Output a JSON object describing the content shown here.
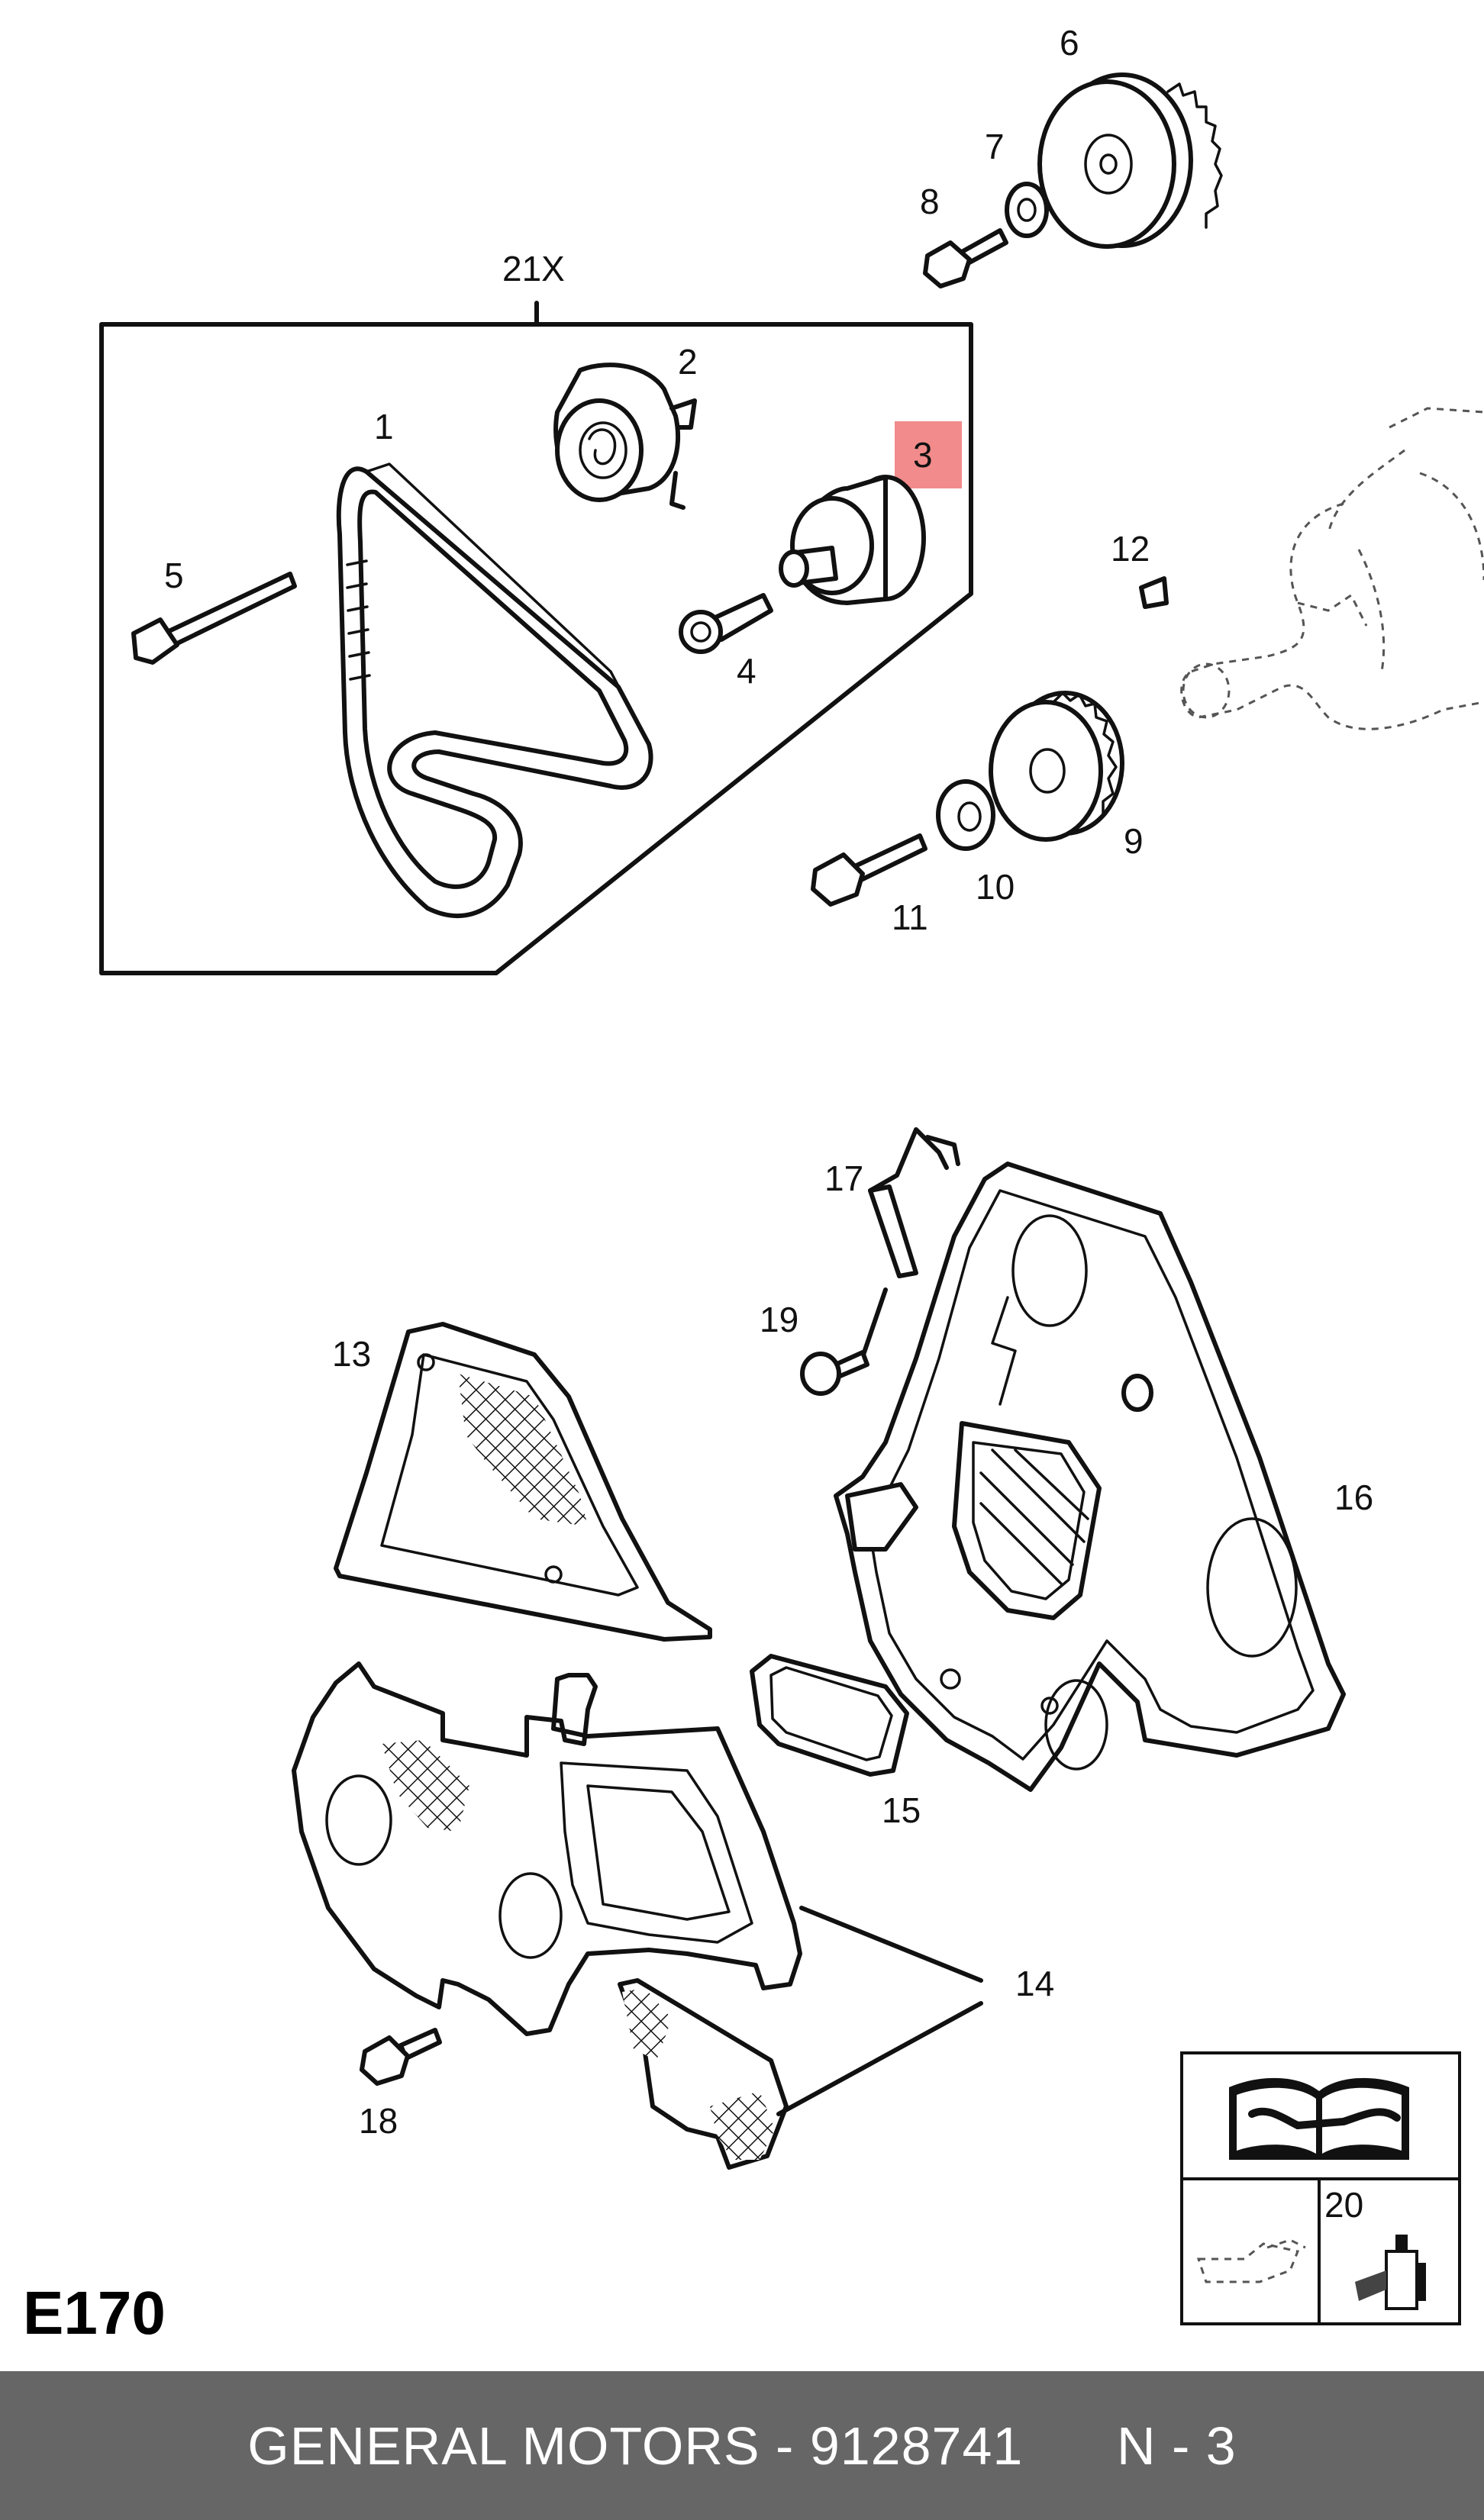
{
  "diagram": {
    "code": "E170",
    "callouts": {
      "c1": "1",
      "c2": "2",
      "c3": "3",
      "c4": "4",
      "c5": "5",
      "c6": "6",
      "c7": "7",
      "c8": "8",
      "c9": "9",
      "c10": "10",
      "c11": "11",
      "c12": "12",
      "c13": "13",
      "c14": "14",
      "c15": "15",
      "c16": "16",
      "c17": "17",
      "c18": "18",
      "c19": "19",
      "c20": "20",
      "c21x": "21X"
    },
    "highlight_color": "#f28b8b"
  },
  "footer": {
    "text": "GENERAL MOTORS - 9128741      N - 3",
    "background": "#666666",
    "text_color": "#ffffff"
  }
}
